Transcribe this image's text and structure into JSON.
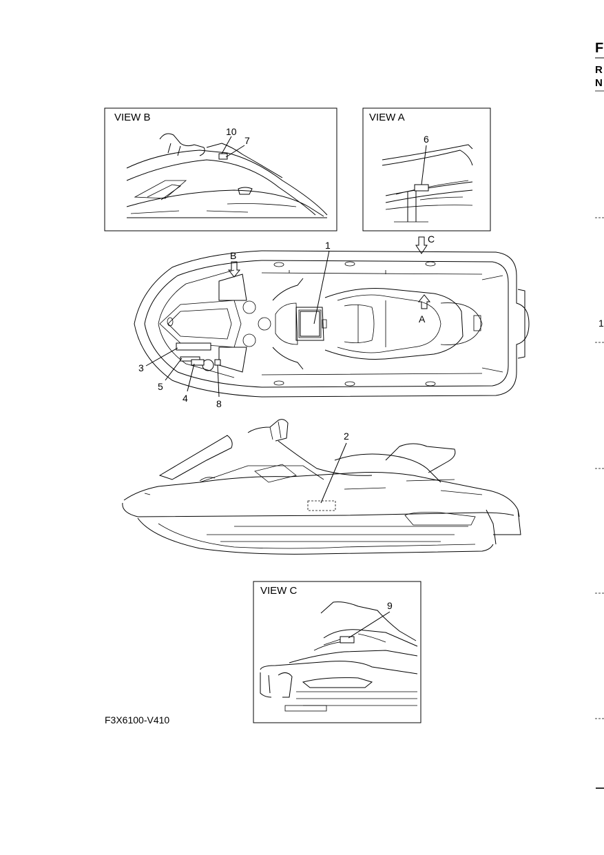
{
  "header_edge": {
    "letter_1": "F",
    "letter_2": "R",
    "letter_3": "N"
  },
  "edge_marks": {
    "mark_1": "1"
  },
  "views": {
    "view_b": "VIEW B",
    "view_a": "VIEW A",
    "view_c": "VIEW C"
  },
  "arrows": {
    "a": "A",
    "b": "B",
    "c": "C"
  },
  "callouts": [
    "1",
    "2",
    "3",
    "4",
    "5",
    "6",
    "7",
    "8",
    "9",
    "10"
  ],
  "figure_code": "F3X6100-V410"
}
